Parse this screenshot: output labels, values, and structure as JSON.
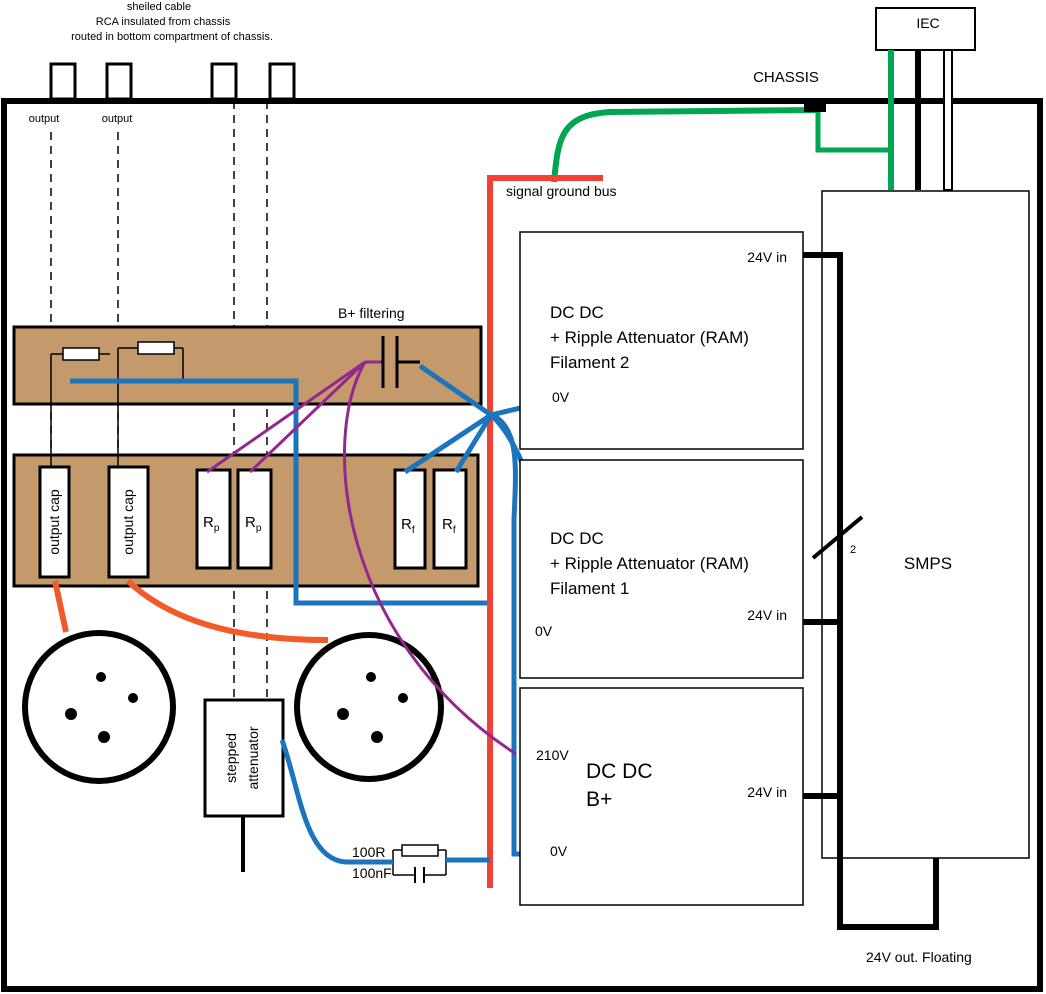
{
  "notes": {
    "cable_line1": "sheiled cable",
    "cable_line2": "RCA insulated from chassis",
    "cable_line3": "routed in bottom compartment of chassis."
  },
  "jacks": {
    "output_left": "output",
    "output_right": "output"
  },
  "labels": {
    "iec": "IEC",
    "chassis": "CHASSIS",
    "signal_ground_bus": "signal ground bus",
    "b_filtering": "B+ filtering",
    "output_cap_1": "output cap",
    "output_cap_2": "output cap",
    "rp_main": "R",
    "rp_sub": "p",
    "rf_main": "R",
    "rf_sub": "f",
    "stepped_attenuator_line1": "stepped",
    "stepped_attenuator_line2": "attenuator",
    "r_100": "100R",
    "c_100": "100nF",
    "smps": "SMPS",
    "wire_count": "2",
    "out_floating": "24V out. Floating"
  },
  "modules": {
    "filament2": {
      "line1": "DC DC",
      "line2": "+ Ripple Attenuator (RAM)",
      "line3": "Filament 2",
      "input": "24V in",
      "ground": "0V"
    },
    "filament1": {
      "line1": "DC DC",
      "line2": "+ Ripple Attenuator (RAM)",
      "line3": "Filament 1",
      "input": "24V in",
      "ground": "0V"
    },
    "bplus": {
      "line1": "DC DC",
      "line2": "B+",
      "input": "24V in",
      "hv": "210V",
      "ground": "0V"
    }
  },
  "colors": {
    "board": "#c49a6c",
    "ground_bus": "#ef4136",
    "signal": "#1c75bc",
    "hv": "#92278f",
    "earth": "#00a651",
    "output_lead": "#f15a29",
    "outline": "#000000"
  }
}
